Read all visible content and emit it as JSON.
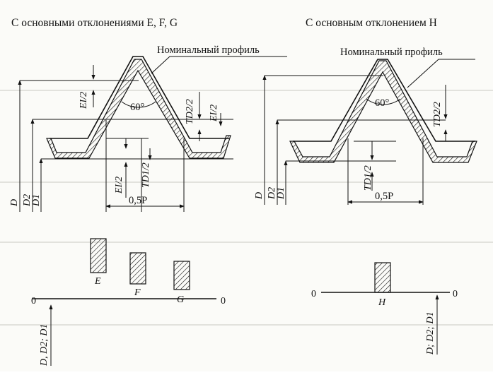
{
  "left": {
    "title": "С основными отклонениями E, F, G",
    "profile_label": "Номинальный профиль",
    "angle": "60°",
    "pitch": "0,5P",
    "dims": {
      "D": "D",
      "D2": "D2",
      "D1": "D1",
      "EI_top": "EI/2",
      "EI_right": "EI/2",
      "EI_bottom": "EI/2",
      "TD2": "TD2/2",
      "TD1": "TD1/2"
    },
    "zero_left": "0",
    "zero_right": "0",
    "axis_label": "D, D2; D1",
    "tolerance_fields": [
      "E",
      "F",
      "G"
    ]
  },
  "right": {
    "title": "С основным отклонением H",
    "profile_label": "Номинальный профиль",
    "angle": "60°",
    "pitch": "0,5P",
    "dims": {
      "D": "D",
      "D2": "D2",
      "D1": "D1",
      "TD2": "TD2/2",
      "TD1": "TD1/2"
    },
    "zero_left": "0",
    "zero_right": "0",
    "axis_label": "D; D2; D1",
    "tolerance_fields": [
      "H"
    ]
  }
}
